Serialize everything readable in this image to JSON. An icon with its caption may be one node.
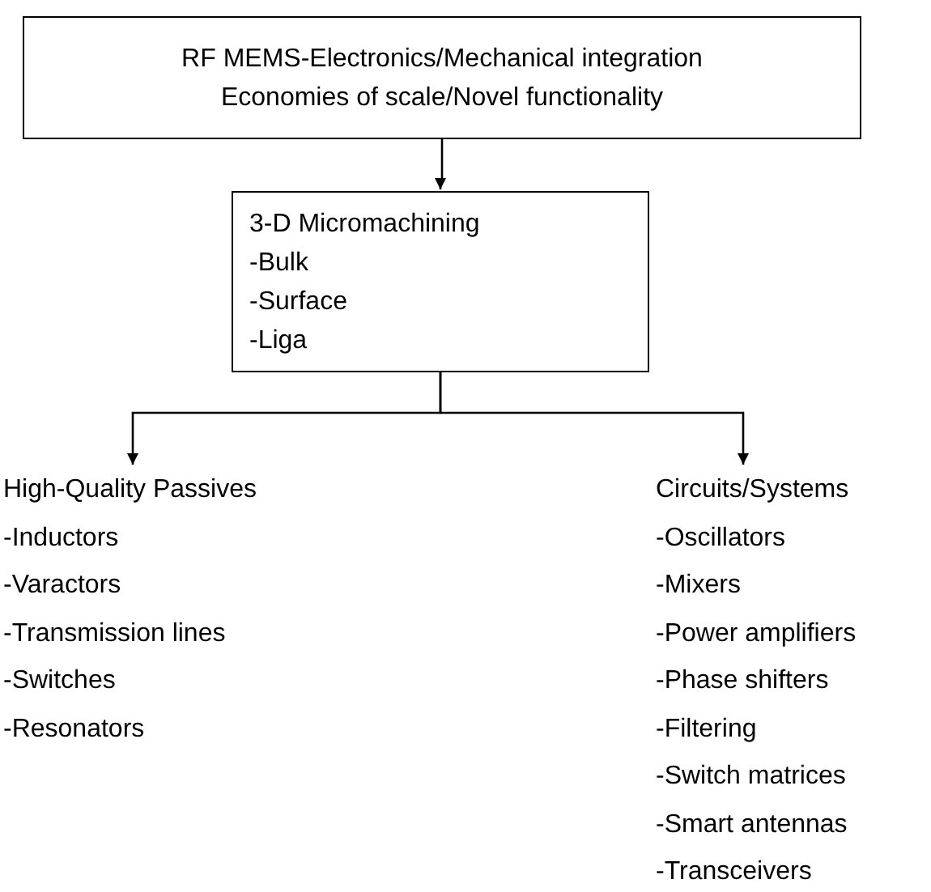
{
  "diagram": {
    "nodes": [
      {
        "text": [
          "RF MEMS-Electronics/Mechanical integration",
          "Economies of scale/Novel functionality"
        ]
      },
      {
        "text": [
          "3-D Micromachining",
          "-Bulk",
          "-Surface",
          "-Liga"
        ]
      },
      {
        "text": [
          "High-Quality Passives",
          "-Inductors",
          "-Varactors",
          "-Transmission lines",
          "-Switches",
          "-Resonators"
        ]
      },
      {
        "text": [
          "Circuits/Systems",
          "-Oscillators",
          "-Mixers",
          "-Power amplifiers",
          "-Phase shifters",
          "-Filtering",
          "-Switch matrices",
          "-Smart antennas",
          "-Transceivers"
        ]
      }
    ],
    "edges": [
      {
        "from": 0,
        "to": 1,
        "arrow": "to"
      },
      {
        "from": 1,
        "to": 2,
        "arrow": "to"
      },
      {
        "from": 1,
        "to": 3,
        "arrow": "to"
      }
    ]
  }
}
